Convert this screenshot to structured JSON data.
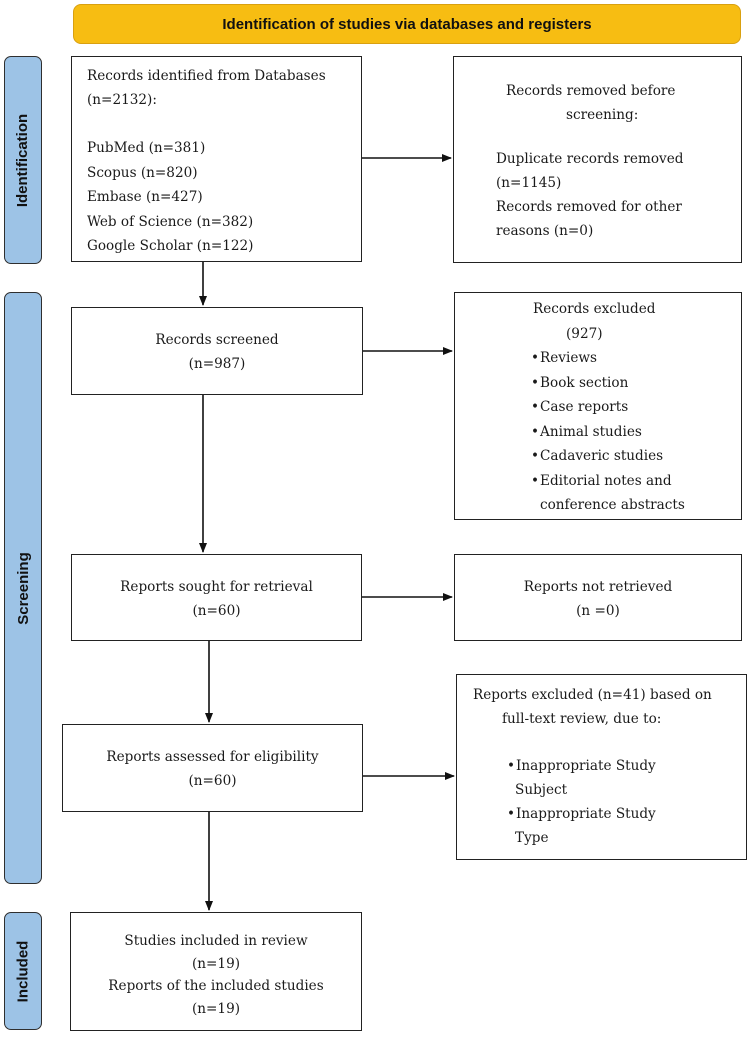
{
  "header": {
    "title": "Identification of studies via databases and registers"
  },
  "phases": {
    "identification": "Identification",
    "screening": "Screening",
    "included": "Included"
  },
  "identification": {
    "records_identified": {
      "line1": "Records identified from Databases",
      "line2": "(n=2132):",
      "sources": [
        "PubMed (n=381)",
        "Scopus (n=820)",
        "Embase (n=427)",
        "Web of Science (n=382)",
        "Google Scholar (n=122)"
      ]
    },
    "records_removed": {
      "title1": "Records removed before",
      "title2": "screening:",
      "items": [
        "Duplicate records removed",
        "(n=1145)",
        "Records removed for other",
        "reasons (n=0)"
      ]
    }
  },
  "screening": {
    "records_screened": {
      "label": "Records screened",
      "n": "(n=987)"
    },
    "records_excluded": {
      "title": "Records excluded",
      "n": "(927)",
      "reasons": [
        "Reviews",
        "Book section",
        "Case reports",
        "Animal studies",
        "Cadaveric studies",
        "Editorial notes and",
        "conference abstracts"
      ]
    },
    "reports_sought": {
      "label": "Reports sought for retrieval",
      "n": "(n=60)"
    },
    "reports_not_retrieved": {
      "label": "Reports not retrieved",
      "n": "(n =0)"
    },
    "reports_assessed": {
      "label": "Reports assessed for eligibility",
      "n": "(n=60)"
    },
    "reports_excluded": {
      "title1": "Reports excluded (n=41) based on",
      "title2": "full-text review, due to:",
      "reasons": [
        "Inappropriate Study",
        "Subject",
        "Inappropriate Study",
        "Type"
      ]
    }
  },
  "included": {
    "studies_label": "Studies included in review",
    "studies_n": "(n=19)",
    "reports_label": "Reports of the included studies",
    "reports_n": "(n=19)"
  }
}
